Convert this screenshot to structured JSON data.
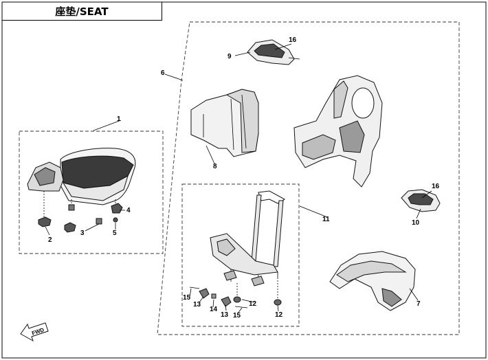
{
  "title": "座垫/SEAT",
  "fwd_label": "FWD",
  "callouts": [
    {
      "id": "c1",
      "label": "1"
    },
    {
      "id": "c2",
      "label": "2"
    },
    {
      "id": "c3",
      "label": "3"
    },
    {
      "id": "c4",
      "label": "4"
    },
    {
      "id": "c5",
      "label": "5"
    },
    {
      "id": "c6",
      "label": "6"
    },
    {
      "id": "c7",
      "label": "7"
    },
    {
      "id": "c8",
      "label": "8"
    },
    {
      "id": "c9",
      "label": "9"
    },
    {
      "id": "c10",
      "label": "10"
    },
    {
      "id": "c11",
      "label": "11"
    },
    {
      "id": "c12a",
      "label": "12"
    },
    {
      "id": "c12b",
      "label": "12"
    },
    {
      "id": "c13a",
      "label": "13"
    },
    {
      "id": "c13b",
      "label": "13"
    },
    {
      "id": "c14",
      "label": "14"
    },
    {
      "id": "c15a",
      "label": "15"
    },
    {
      "id": "c15b",
      "label": "15"
    },
    {
      "id": "c16a",
      "label": "16"
    },
    {
      "id": "c16b",
      "label": "16"
    }
  ]
}
